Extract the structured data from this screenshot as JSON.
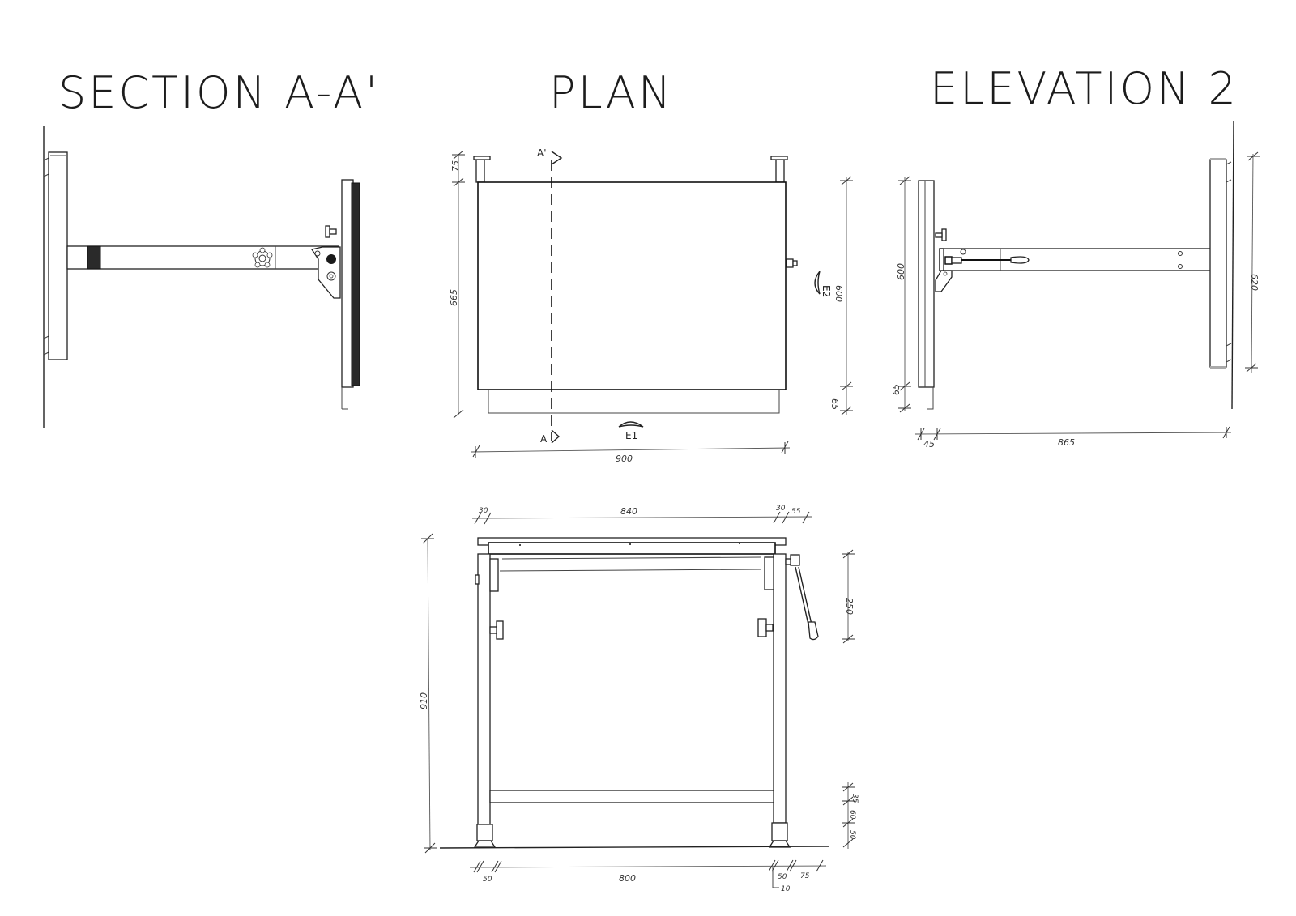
{
  "titles": {
    "section": "SECTION A-A'",
    "plan": "PLAN",
    "elevation2": "ELEVATION 2"
  },
  "plan": {
    "section_marker_top": "A'",
    "section_marker_bottom": "A",
    "view_marker_bottom": "E1",
    "view_marker_right": "E2",
    "dims": {
      "top_overhang": "75",
      "left_depth": "665",
      "right_depth": "600",
      "right_lower": "65",
      "width": "900"
    }
  },
  "elevation2": {
    "dims": {
      "left_height": "600",
      "left_lower": "65",
      "bottom_small": "45",
      "bottom_length": "865",
      "right_height": "620"
    }
  },
  "elevation1": {
    "dims": {
      "top_left": "30",
      "top_span": "840",
      "top_right_a": "30",
      "top_right_b": "55",
      "overall_height": "910",
      "upper_right": "250",
      "lower_right_a": "35",
      "lower_right_b": "60",
      "lower_right_c": "50",
      "bottom_left": "50",
      "bottom_span": "800",
      "bottom_right_a": "50",
      "bottom_right_b": "75",
      "bottom_offset": "10"
    }
  }
}
